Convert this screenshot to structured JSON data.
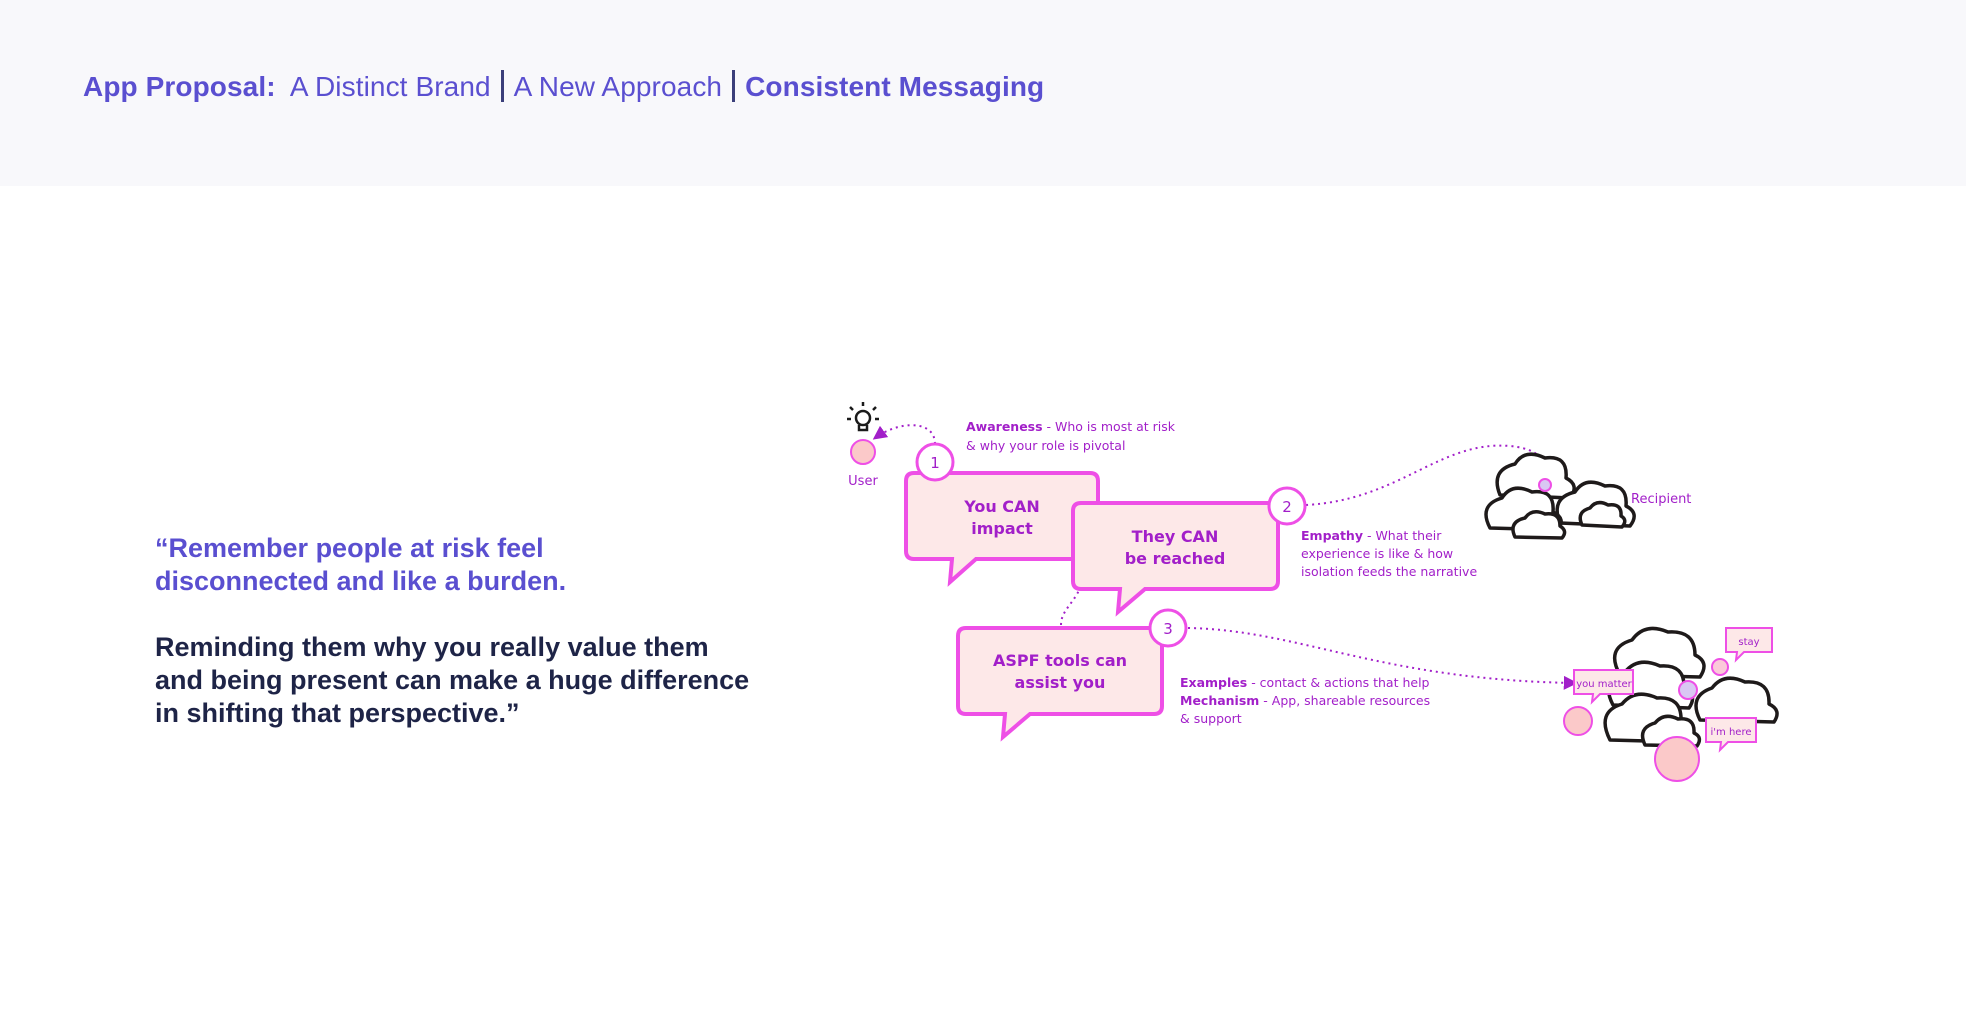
{
  "header": {
    "label": "App Proposal:",
    "item1": "A Distinct Brand",
    "item2": "A New Approach",
    "item3": "Consistent Messaging"
  },
  "quote": {
    "line1": "“Remember people at risk feel\n disconnected and like a burden.",
    "line2": "Reminding them why you really value them\nand being present can make a huge difference\nin shifting that perspective.”"
  },
  "diagram": {
    "user_label": "User",
    "recipient_label": "Recipient",
    "steps": [
      {
        "number": "1",
        "bubble_line1": "You CAN",
        "bubble_line2": "impact",
        "desc_bold": "Awareness",
        "desc_line1": " - Who is most at risk",
        "desc_line2": "& why your role is pivotal"
      },
      {
        "number": "2",
        "bubble_line1": "They CAN",
        "bubble_line2": "be reached",
        "desc_bold": "Empathy",
        "desc_line1": " - What their",
        "desc_line2": "experience is like & how",
        "desc_line3": "isolation feeds the narrative"
      },
      {
        "number": "3",
        "bubble_line1": "ASPF tools can",
        "bubble_line2": "assist you",
        "desc_bold": "Examples",
        "desc_line1": " - contact & actions that help",
        "desc_bold2": "Mechanism",
        "desc_line2": " - App, shareable resources",
        "desc_line3": "& support"
      }
    ],
    "messages": [
      "stay",
      "you matter",
      "i'm here"
    ],
    "colors": {
      "accent": "#ee4fe6",
      "bubble_fill": "#fde8e8",
      "text": "#a21fc9",
      "indigo": "#5a4fd0",
      "dark": "#1e2447"
    }
  }
}
